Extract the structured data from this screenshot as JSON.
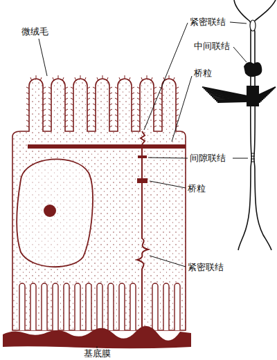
{
  "diagram": {
    "labels": [
      "微绒毛",
      "紧密联结",
      "中间联结",
      "桥粒",
      "间隙联结",
      "桥粒",
      "紧密联结",
      "基底膜"
    ]
  }
}
